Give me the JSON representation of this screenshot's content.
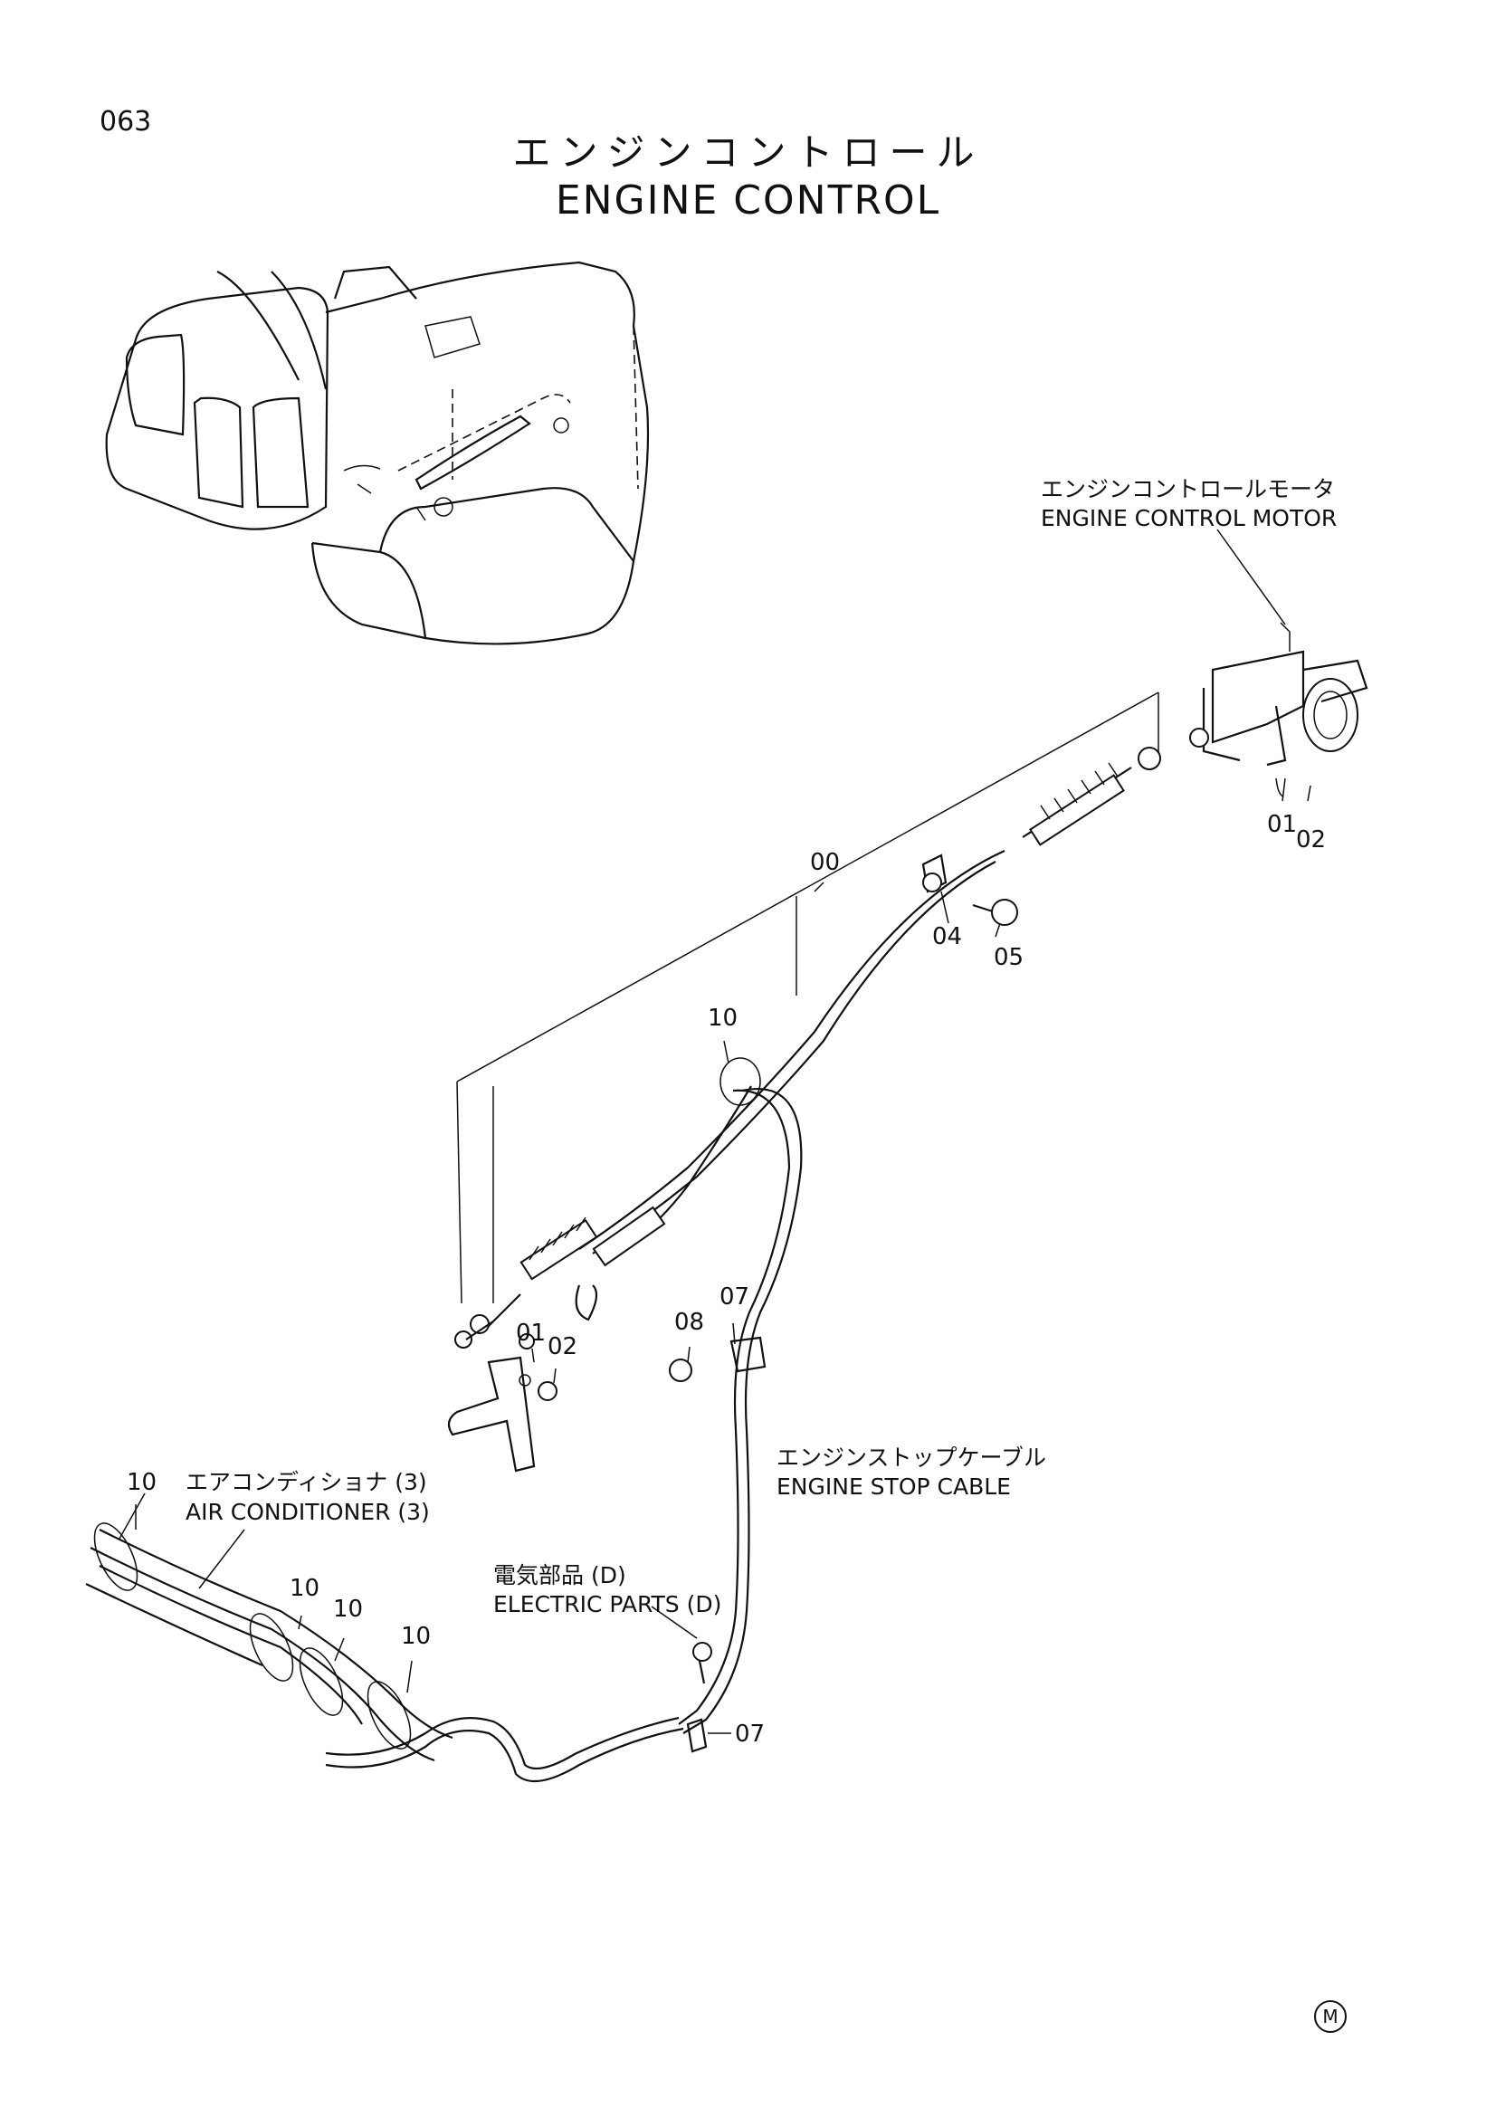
{
  "header": {
    "page_number": "063",
    "title_jp": "エンジンコントロール",
    "title_en": "ENGINE CONTROL"
  },
  "labels": {
    "engine_control_motor_jp": "エンジンコントロールモータ",
    "engine_control_motor_en": "ENGINE CONTROL MOTOR",
    "air_conditioner_jp": "エアコンディショナ (3)",
    "air_conditioner_en": "AIR CONDITIONER (3)",
    "engine_stop_cable_jp": "エンジンストップケーブル",
    "engine_stop_cable_en": "ENGINE STOP CABLE",
    "electric_parts_jp": "電気部品 (D)",
    "electric_parts_en": "ELECTRIC PARTS (D)"
  },
  "callouts": {
    "c00": "00",
    "c01_top": "01",
    "c02_top": "02",
    "c04": "04",
    "c05": "05",
    "c10_mid": "10",
    "c07_mid": "07",
    "c08": "08",
    "c01_low": "01",
    "c02_low": "02",
    "c10_left": "10",
    "c10_a": "10",
    "c10_b": "10",
    "c10_c": "10",
    "c07_low": "07"
  },
  "corner_mark": "M"
}
